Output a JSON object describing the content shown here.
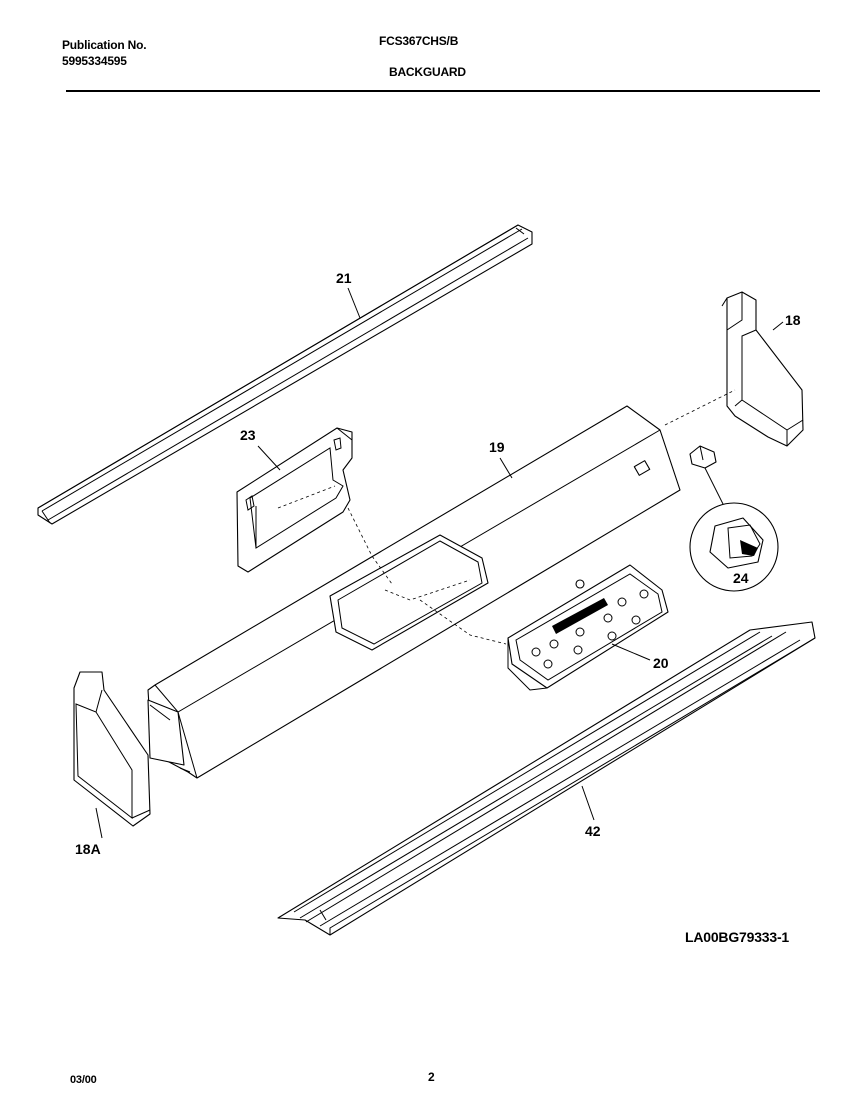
{
  "header": {
    "publication_label": "Publication No.",
    "publication_number": "5995334595",
    "model": "FCS367CHS/B",
    "section": "BACKGUARD"
  },
  "callouts": {
    "rear_trim": "21",
    "end_cap_right": "18",
    "bracket": "23",
    "backguard_panel": "19",
    "clip": "24",
    "clock_control": "20",
    "end_cap_left": "18A",
    "front_trim": "42"
  },
  "diagram_code": "LA00BG79333-1",
  "footer": {
    "date": "03/00",
    "page": "2"
  }
}
